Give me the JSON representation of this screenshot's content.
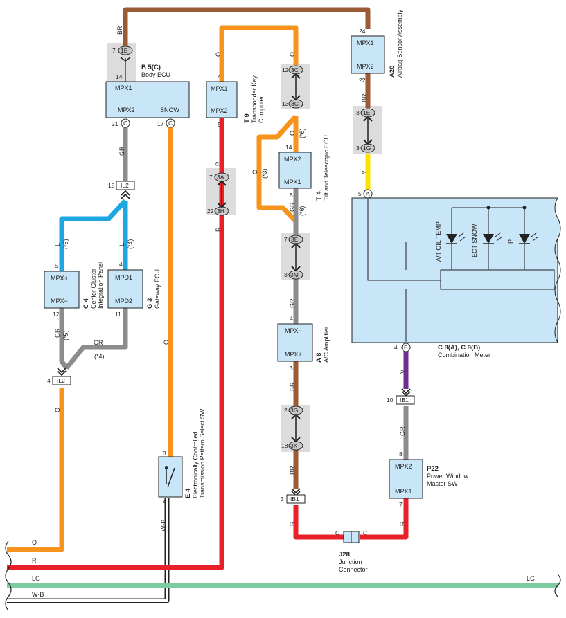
{
  "colors": {
    "BR": "#9b5a36",
    "O": "#f7941d",
    "R": "#e8202a",
    "GR": "#8c8c8c",
    "L": "#1ea7e1",
    "Y": "#ffe100",
    "V": "#6b2f8f",
    "LG": "#7dcba0",
    "WB": "#ffffff"
  },
  "wires": {
    "br": "BR",
    "o": "O",
    "r": "R",
    "gr": "GR",
    "l": "L",
    "y": "Y",
    "v": "V",
    "lg": "LG",
    "wb": "W-B",
    "note4": "(*4)",
    "note5": "(*5)",
    "note3": "(*3)",
    "note6": "(*6)"
  },
  "components": {
    "body_ecu": {
      "code": "B 5(C)",
      "name": "Body ECU",
      "pin_top": "MPX1",
      "pin_bl": "MPX2",
      "pin_br": "SNOW",
      "t_num": "14",
      "b1_num": "21",
      "b2_num": "17",
      "b_letter": "C"
    },
    "transponder": {
      "code": "T 9",
      "name1": "Transponder Key",
      "name2": "Computer",
      "p1": "MPX1",
      "p2": "MPX2",
      "n1": "4",
      "n2": "5"
    },
    "tilt": {
      "code": "T 4",
      "name": "Tilt and Telescopic ECU",
      "p1": "MPX2",
      "p2": "MPX1",
      "n1": "14",
      "n2": "5"
    },
    "airbag": {
      "code": "A20",
      "name": "Airbag Sensor Assembly",
      "p1": "MPX1",
      "p2": "MPX2",
      "n1": "24",
      "n2": "22"
    },
    "center": {
      "code": "C 4",
      "name1": "Center Cluster",
      "name2": "Integration Panel",
      "p1": "MPX+",
      "p2": "MPX−",
      "n1": "5",
      "n2": "12"
    },
    "gateway": {
      "code": "G 3",
      "name": "Gateway ECU",
      "p1": "MPD1",
      "p2": "MPD2",
      "n1": "4",
      "n2": "11"
    },
    "ac": {
      "code": "A 8",
      "name": "A/C Amplifier",
      "p1": "MPX−",
      "p2": "MPX+",
      "n1": "4",
      "n2": "3"
    },
    "meter": {
      "code": "C 8(A), C 9(B)",
      "name": "Combination Meter",
      "l1": "A/T OIL TEMP",
      "l2": "ECT SNOW",
      "l3": "P",
      "in_num": "5",
      "in_letter": "A",
      "out_num": "4",
      "out_letter": "B"
    },
    "power_window": {
      "code": "P22",
      "name1": "Power Window",
      "name2": "Master SW",
      "p1": "MPX2",
      "p2": "MPX1",
      "n1": "8",
      "n2": "7"
    },
    "ect_sw": {
      "code": "E 4",
      "name1": "Electronically Controlled",
      "name2": "Transmission Pattern Select SW",
      "n1": "3",
      "n2": "4"
    },
    "junction": {
      "code": "J28",
      "name1": "Junction",
      "name2": "Connector",
      "c": "C"
    }
  },
  "connectors": {
    "c1E_a": {
      "pin": "7",
      "id": "1E"
    },
    "il2_top": {
      "pin": "18",
      "id": "IL2"
    },
    "il2_bot": {
      "pin": "4",
      "id": "IL2"
    },
    "c3A": {
      "pin": "7",
      "id": "3A"
    },
    "c3H": {
      "pin": "22",
      "id": "3H"
    },
    "c3C_top": {
      "pin": "12",
      "id": "3C"
    },
    "c3C_bot": {
      "pin": "13",
      "id": "3C"
    },
    "c3E": {
      "pin": "7",
      "id": "3E"
    },
    "c3M": {
      "pin": "3",
      "id": "3M"
    },
    "c3G": {
      "pin": "2",
      "id": "3G"
    },
    "c3K": {
      "pin": "18",
      "id": "3K"
    },
    "ib1_left": {
      "pin": "3",
      "id": "IB1"
    },
    "c1E_b": {
      "pin": "3",
      "id": "1E"
    },
    "c1G": {
      "pin": "3",
      "id": "1G"
    },
    "ib1_right": {
      "pin": "10",
      "id": "IB1"
    }
  }
}
